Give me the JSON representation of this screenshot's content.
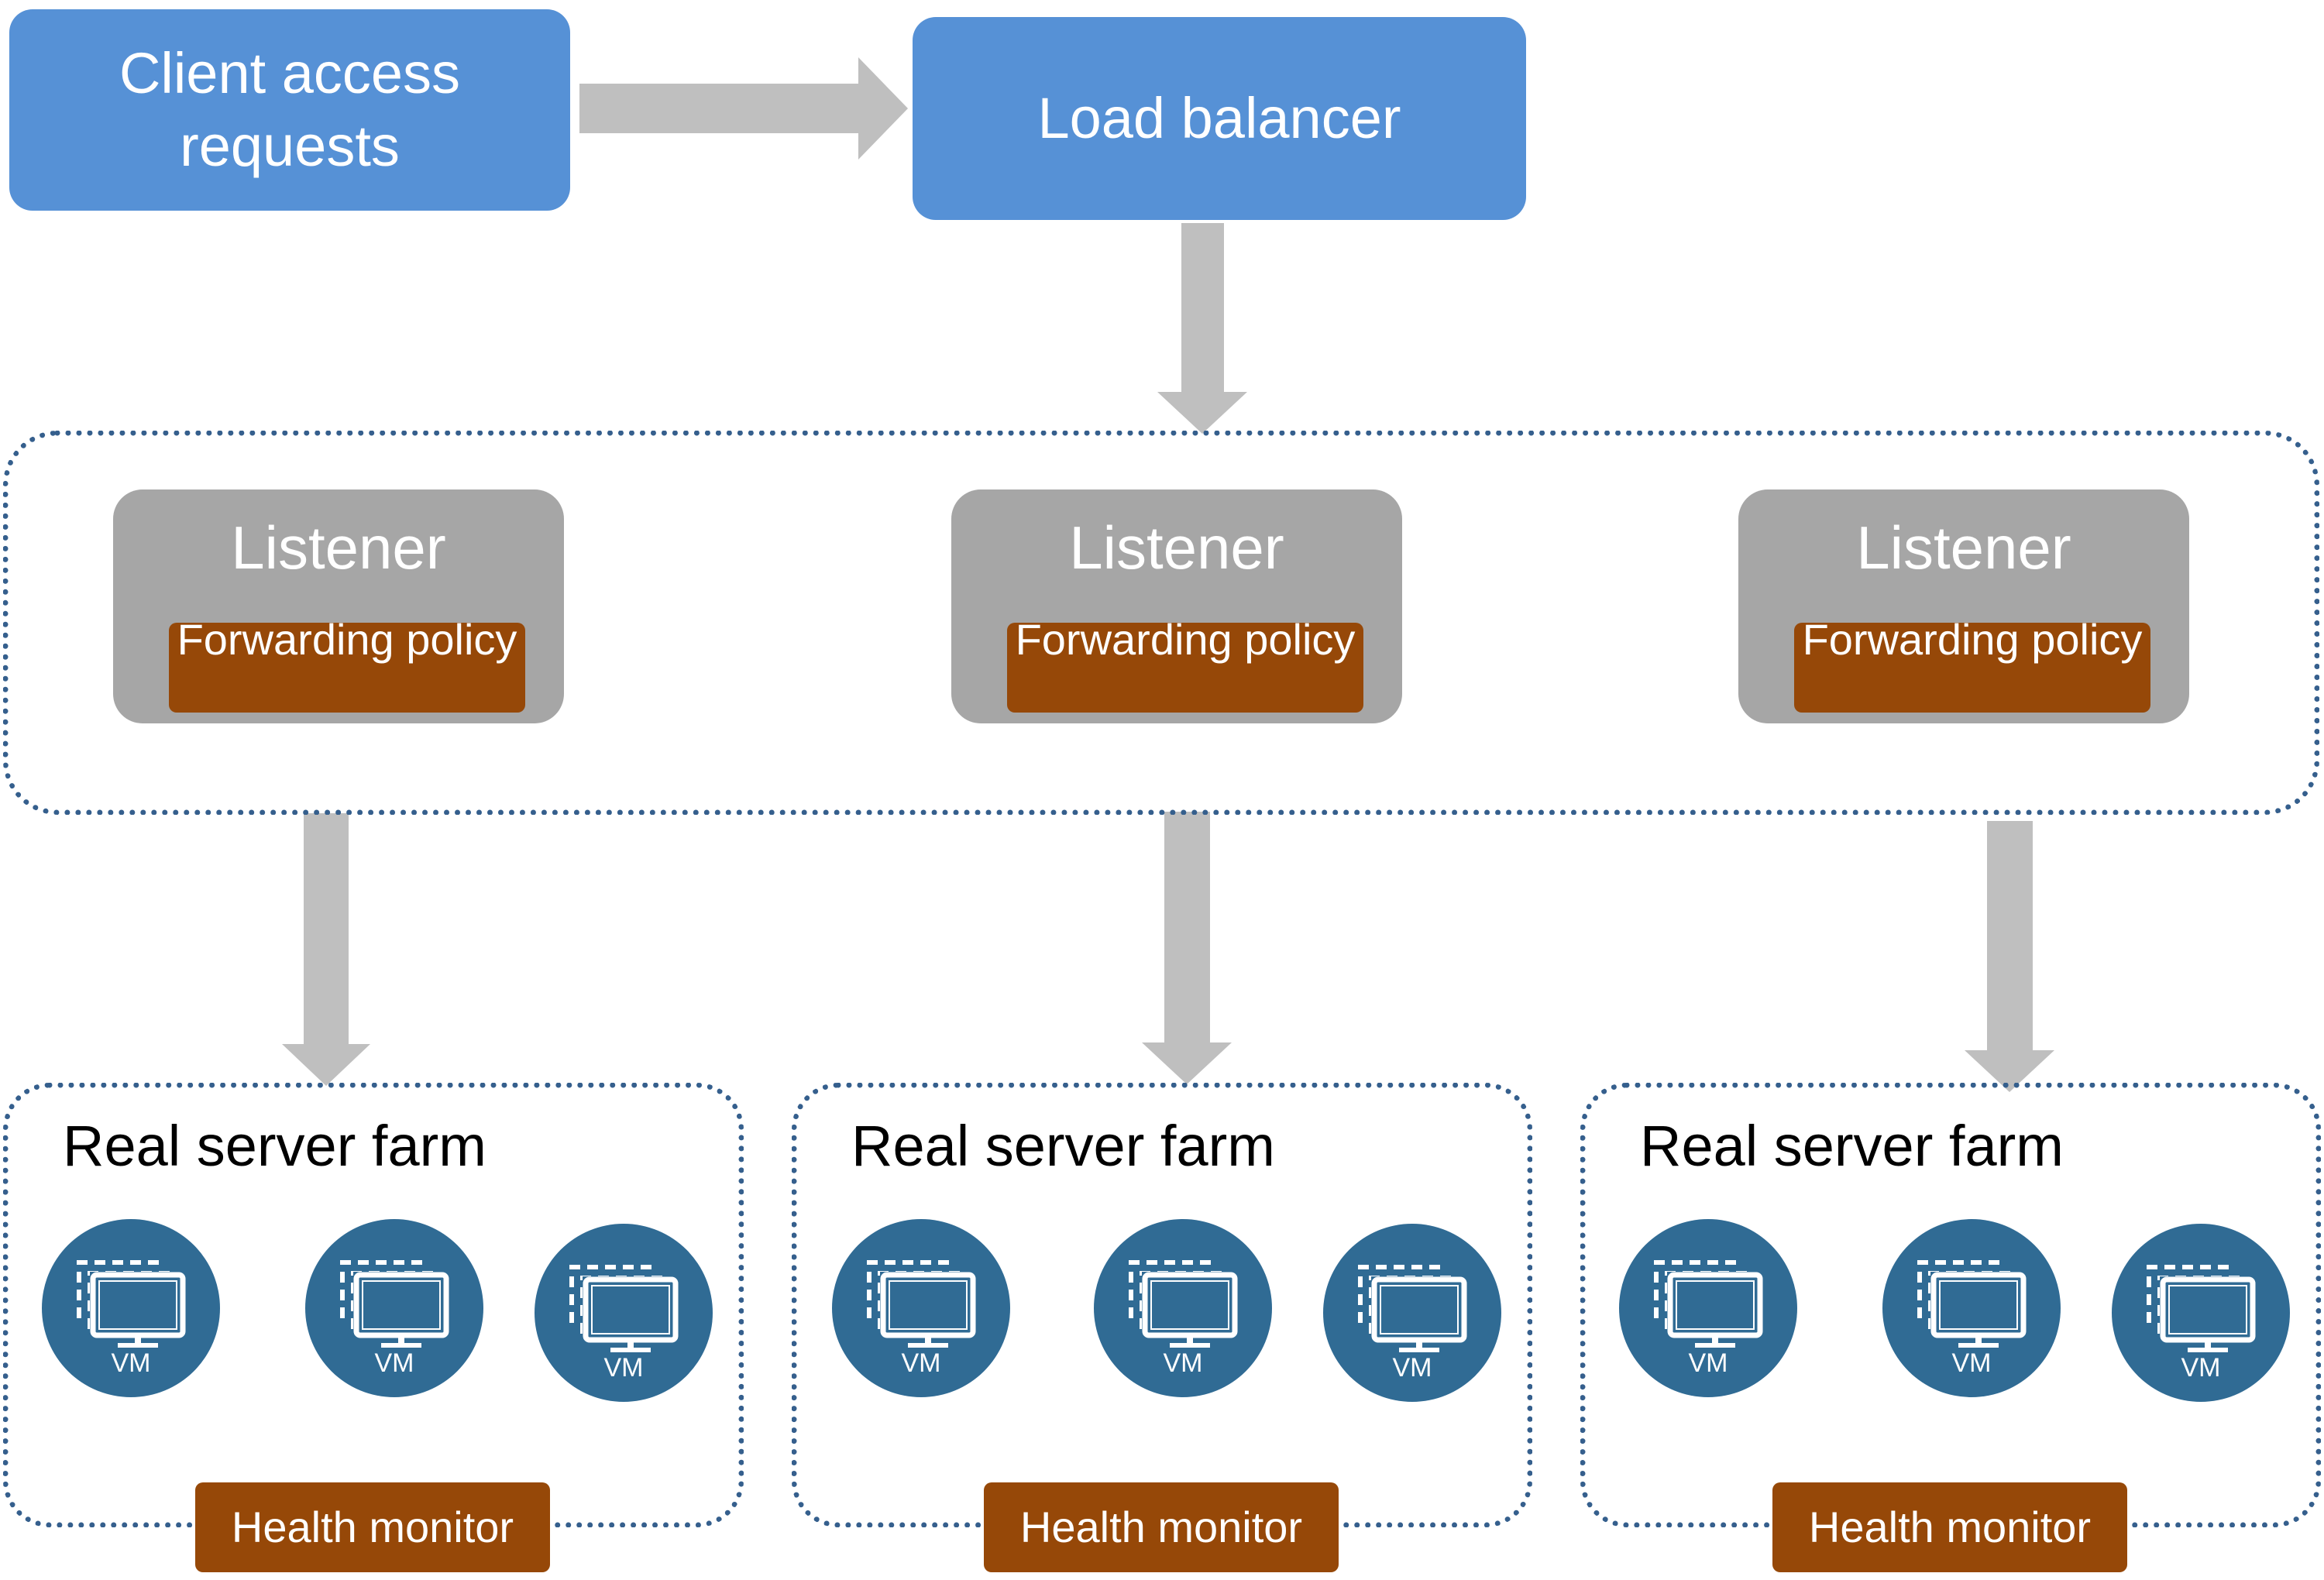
{
  "client": {
    "label": "Client access requests"
  },
  "load_balancer": {
    "label": "Load balancer"
  },
  "listeners": [
    {
      "title": "Listener",
      "policy": "Forwarding policy"
    },
    {
      "title": "Listener",
      "policy": "Forwarding policy"
    },
    {
      "title": "Listener",
      "policy": "Forwarding policy"
    }
  ],
  "farms": [
    {
      "title": "Real server farm",
      "vms": [
        "VM",
        "VM",
        "VM"
      ],
      "health": "Health monitor"
    },
    {
      "title": "Real server farm",
      "vms": [
        "VM",
        "VM",
        "VM"
      ],
      "health": "Health monitor"
    },
    {
      "title": "Real server farm",
      "vms": [
        "VM",
        "VM",
        "VM"
      ],
      "health": "Health monitor"
    }
  ],
  "colors": {
    "blue_box": "#5691d6",
    "listener": "#a6a6a6",
    "policy": "#964808",
    "vm": "#306b94",
    "dotted_border": "#355f8d",
    "arrow": "#bfbfbf"
  },
  "icons": {
    "vm": "monitor-icon"
  }
}
